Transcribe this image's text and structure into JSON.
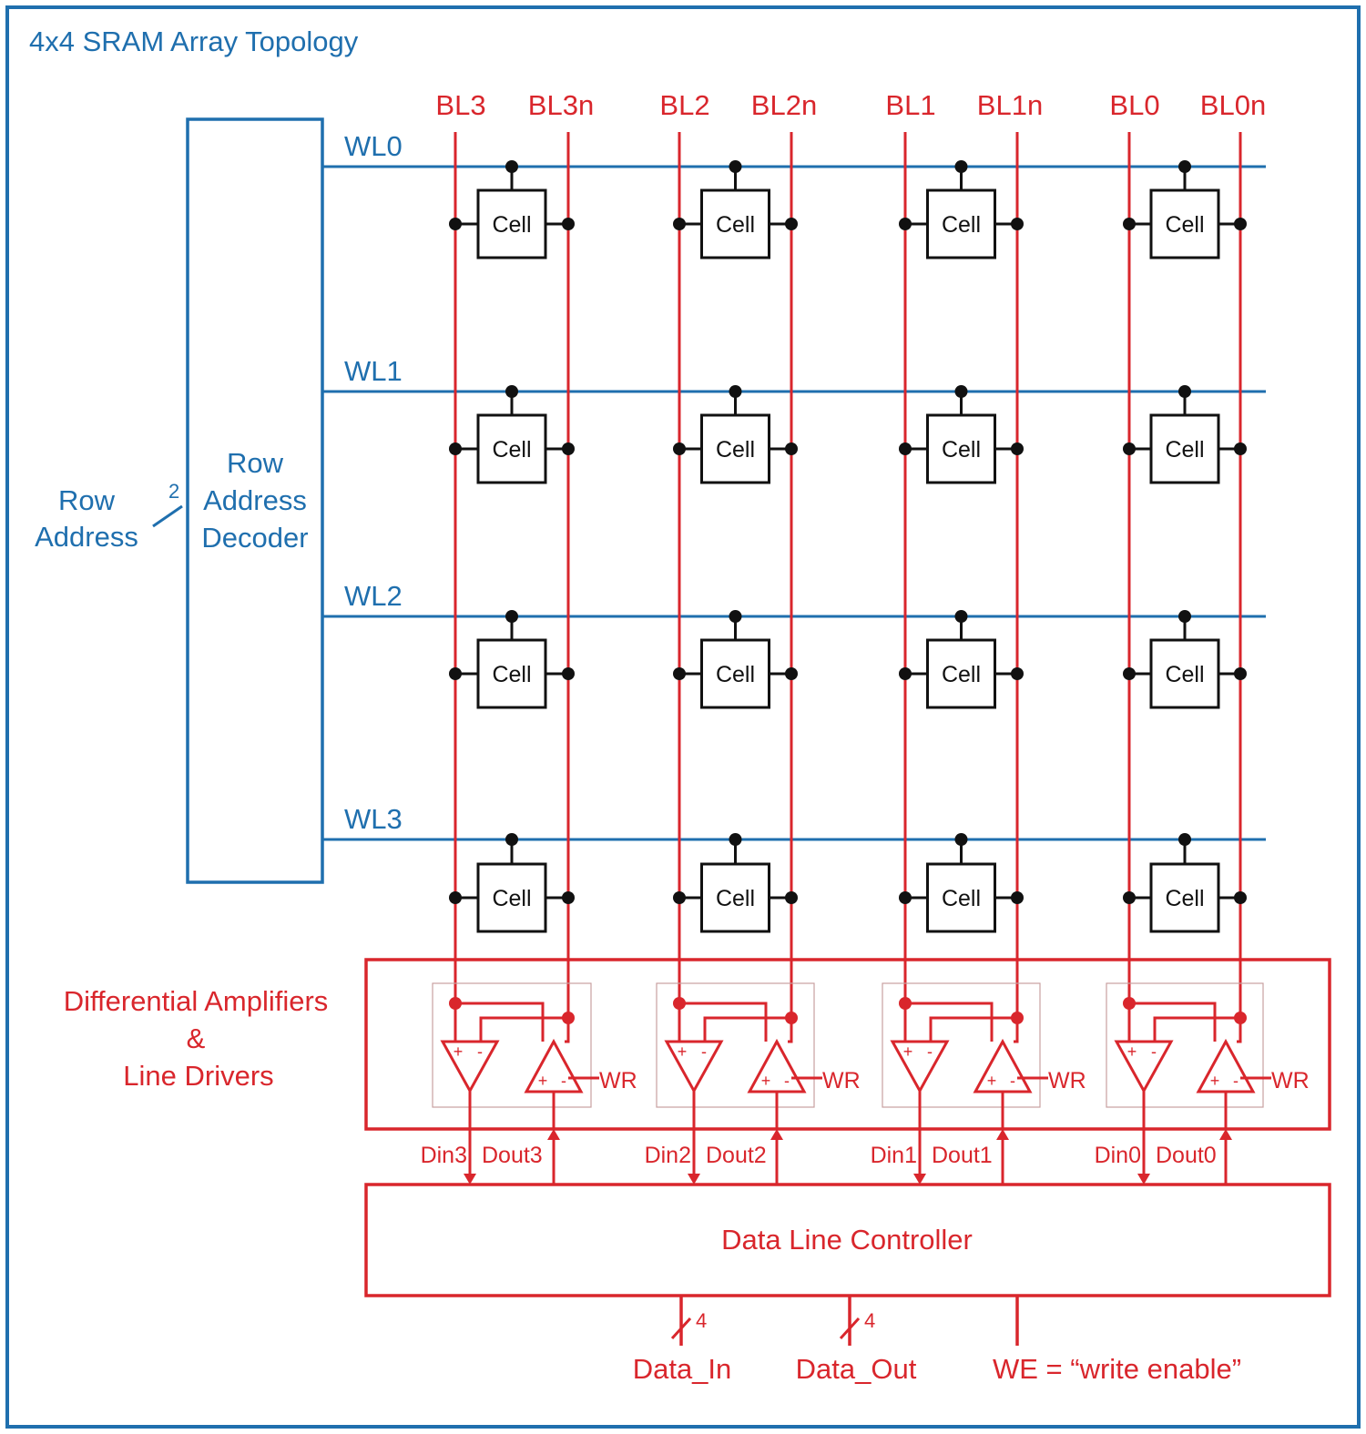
{
  "title": "4x4 SRAM Array Topology",
  "colors": {
    "frame": "#1f6fae",
    "wordline": "#1f6fae",
    "bitline": "#d9262c",
    "cell": "#111111",
    "amp_region": "#d9262c"
  },
  "row_address": {
    "label_line1": "Row",
    "label_line2": "Address",
    "bus_width": "2"
  },
  "decoder": {
    "line1": "Row",
    "line2": "Address",
    "line3": "Decoder"
  },
  "wordlines": [
    "WL0",
    "WL1",
    "WL2",
    "WL3"
  ],
  "bitlines": [
    {
      "bl": "BL3",
      "bln": "BL3n",
      "din": "Din3",
      "dout": "Dout3"
    },
    {
      "bl": "BL2",
      "bln": "BL2n",
      "din": "Din2",
      "dout": "Dout2"
    },
    {
      "bl": "BL1",
      "bln": "BL1n",
      "din": "Din1",
      "dout": "Dout1"
    },
    {
      "bl": "BL0",
      "bln": "BL0n",
      "din": "Din0",
      "dout": "Dout0"
    }
  ],
  "cell_label": "Cell",
  "amplifiers": {
    "label_line1": "Differential Amplifiers",
    "label_line2": "&",
    "label_line3": "Line Drivers",
    "plus": "+",
    "minus": "-",
    "wr": "WR"
  },
  "controller": {
    "label": "Data Line Controller",
    "data_in": "Data_In",
    "data_out": "Data_Out",
    "bus_width": "4",
    "we": "WE = “write enable”"
  }
}
